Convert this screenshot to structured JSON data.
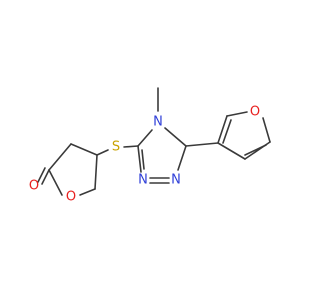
{
  "molecule": {
    "atoms": {
      "carbonyl_oxygen": {
        "symbol": "O",
        "color": "#e8201f"
      },
      "lactone_oxygen": {
        "symbol": "O",
        "color": "#e8201f"
      },
      "sulfur": {
        "symbol": "S",
        "color": "#c9a200"
      },
      "triazole_n4": {
        "symbol": "N",
        "color": "#2f3fd8"
      },
      "triazole_n1": {
        "symbol": "N",
        "color": "#2f3fd8"
      },
      "triazole_n2": {
        "symbol": "N",
        "color": "#2f3fd8"
      },
      "furan_oxygen": {
        "symbol": "O",
        "color": "#e8201f"
      }
    },
    "bond_color": "#3a3a3a"
  }
}
